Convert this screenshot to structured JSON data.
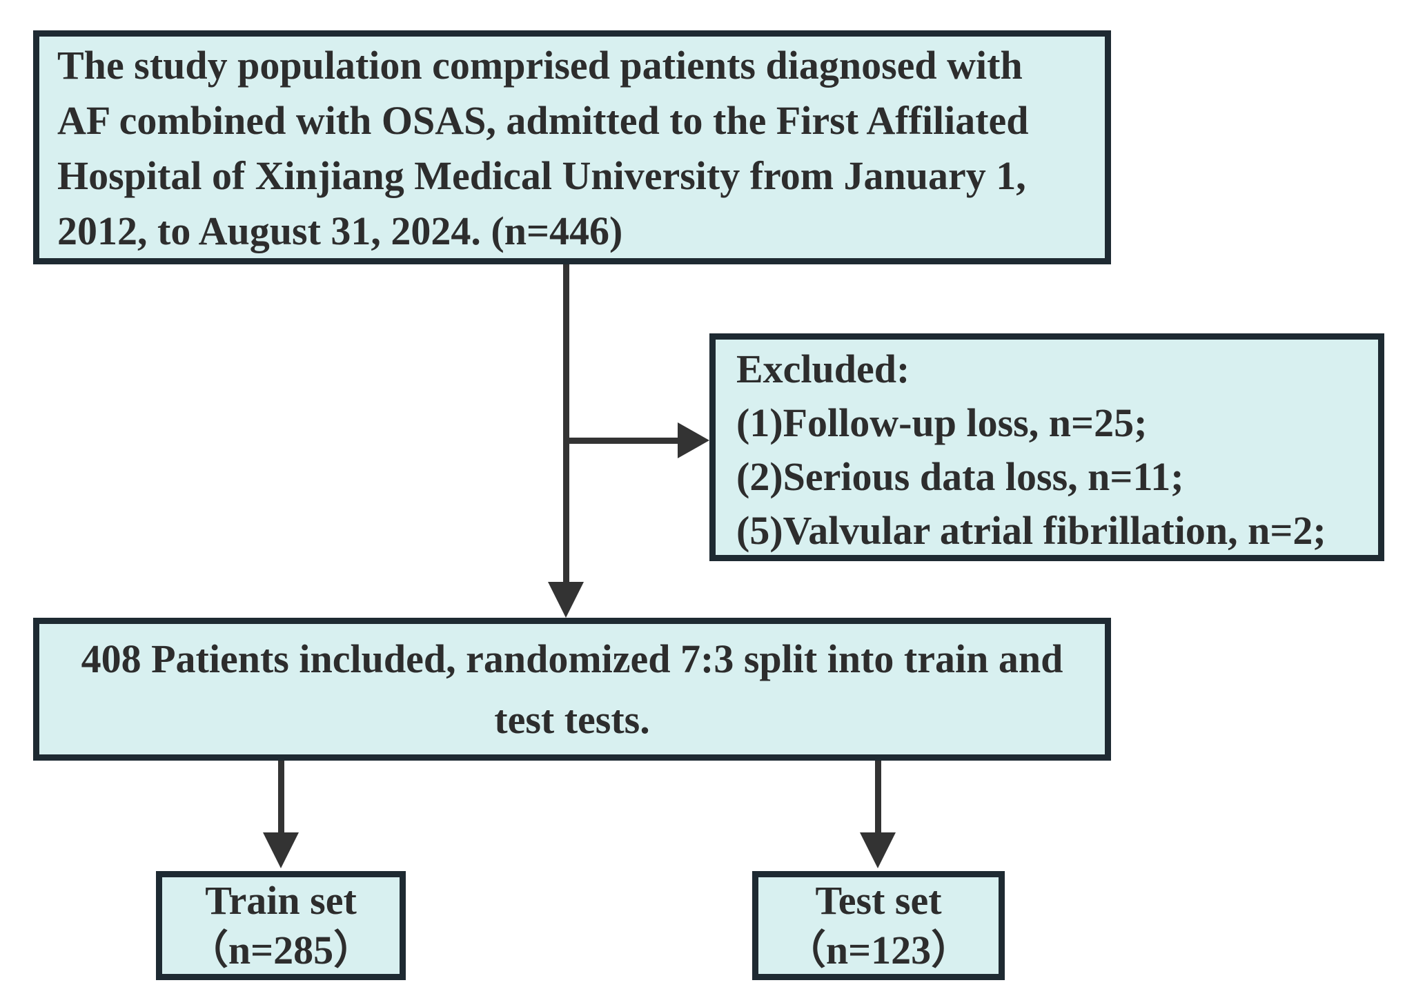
{
  "diagram": {
    "colors": {
      "box_fill": "#d8f0f0",
      "box_border": "#1e2a32",
      "arrow": "#333333",
      "text": "#2d2d2d"
    },
    "population_box": {
      "lines": [
        "The study population comprised patients diagnosed with",
        "AF combined with OSAS, admitted to the First Affiliated",
        "Hospital of Xinjiang Medical University from January 1,",
        "2012, to August 31, 2024. (n=446)"
      ],
      "n": "446"
    },
    "excluded_box": {
      "title": "Excluded:",
      "items": [
        "(1)Follow-up loss, n=25;",
        "(2)Serious data loss, n=11;",
        "(5)Valvular atrial fibrillation, n=2;"
      ]
    },
    "included_box": {
      "lines": [
        "408 Patients included, randomized 7:3 split into train and",
        "test tests."
      ],
      "n": "408"
    },
    "train_box": {
      "label": "Train set",
      "count": "（n=285）"
    },
    "test_box": {
      "label": "Test set",
      "count": "（n=123）"
    }
  }
}
